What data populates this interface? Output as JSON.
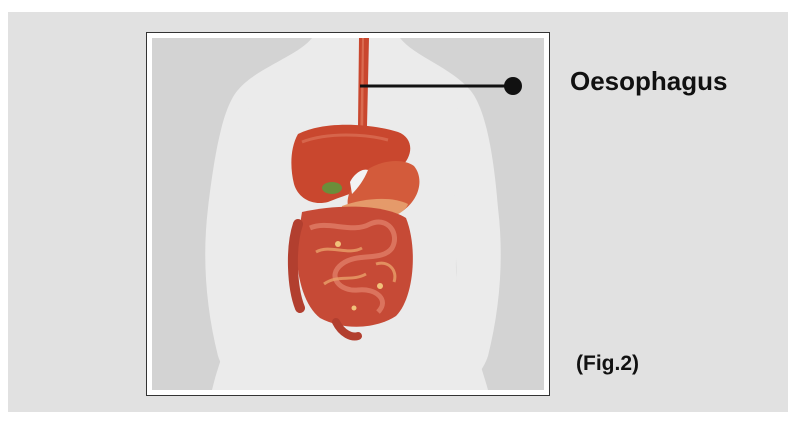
{
  "labels": {
    "organ": "Oesophagus",
    "figure": "(Fig.2)"
  },
  "colors": {
    "panel_background": "#e1e1e1",
    "figure_background": "#d3d3d3",
    "body_silhouette": "#ebebeb",
    "liver": "#c9472e",
    "stomach": "#d35b3b",
    "intestine": "#c64a36",
    "leader_line": "#111111"
  },
  "icons": [
    "human-body-illustration",
    "leader-dot"
  ]
}
